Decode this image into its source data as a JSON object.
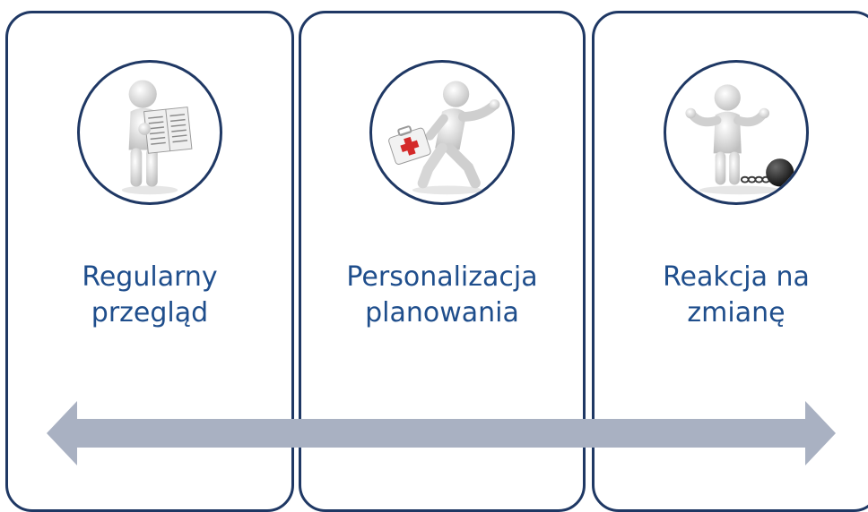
{
  "cards": [
    {
      "icon": "person-reading-newspaper-icon",
      "label_line1": "Regularny",
      "label_line2": "przegląd"
    },
    {
      "icon": "person-running-with-first-aid-kit-icon",
      "label_line1": "Personalizacja",
      "label_line2": "planowania"
    },
    {
      "icon": "person-with-ball-and-chain-icon",
      "label_line1": "Reakcja na",
      "label_line2": "zmianę"
    }
  ],
  "arrow": {
    "icon": "double-headed-arrow-icon",
    "color": "#a9b1c2"
  },
  "colors": {
    "border": "#1f3864",
    "text": "#1f4e8c",
    "figure": "#d9d9d9"
  }
}
